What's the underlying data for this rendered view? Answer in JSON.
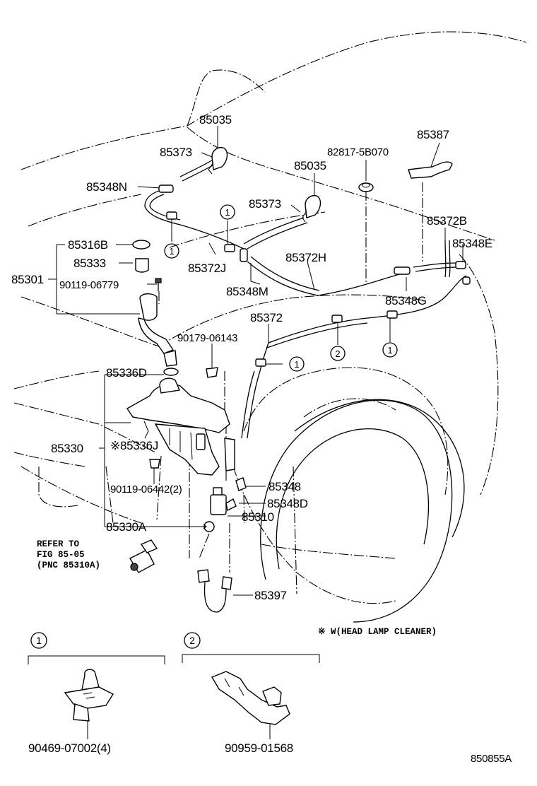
{
  "labels": {
    "p85035a": "85035",
    "p85373a": "85373",
    "p85348N": "85348N",
    "p85387": "85387",
    "p82817": "82817-5B070",
    "p85035b": "85035",
    "p85373b": "85373",
    "p85372B": "85372B",
    "p85316B": "85316B",
    "p85348E": "85348E",
    "p85333": "85333",
    "p85372J": "85372J",
    "p85372H": "85372H",
    "p85301": "85301",
    "p90119_06779": "90119-06779",
    "p85348M": "85348M",
    "p85348G": "85348G",
    "p85372": "85372",
    "p90179_06143": "90179-06143",
    "p85336D": "85336D",
    "p85330": "85330",
    "p85336J": "※85336J",
    "p85348": "85348",
    "p90119_06442": "90119-06442(2)",
    "p85348D": "85348D",
    "p85330A": "85330A",
    "p85310": "85310",
    "p85397": "85397",
    "p90469": "90469-07002(4)",
    "p90959": "90959-01568",
    "code": "850855A"
  },
  "refer": {
    "line1": "REFER TO",
    "line2": "FIG 85-05",
    "line3": "(PNC 85310A)"
  },
  "legend_note": "※ W(HEAD LAMP CLEANER)",
  "callouts": {
    "one": "1",
    "two": "2"
  }
}
